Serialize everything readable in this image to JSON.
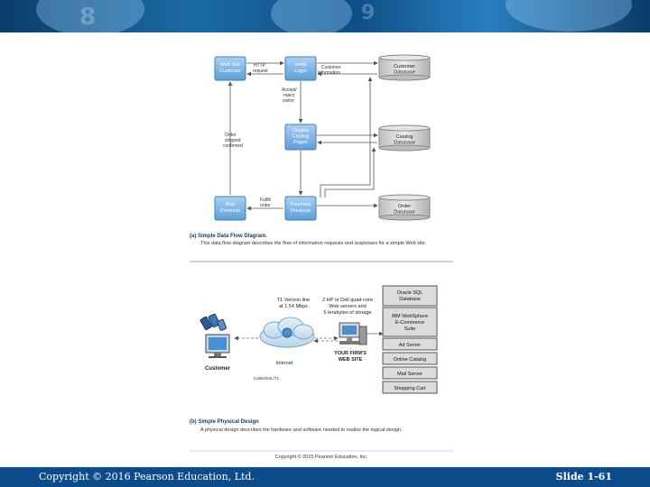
{
  "slide": {
    "copyright_footer": "Copyright © 2016 Pearson Education, Ltd.",
    "slide_number": "Slide 1-61"
  },
  "colors": {
    "banner": "#1b6aa5",
    "footer": "#0d4c8b",
    "process_box": "#7fb6e6",
    "datastore": "#d9d9d9"
  },
  "dfd": {
    "processes": {
      "web_site_customer": [
        "Web Site",
        "Customer"
      ],
      "verify_login": [
        "Verify",
        "Login"
      ],
      "display_catalog": [
        "Display",
        "Catalog",
        "Pages"
      ],
      "ship_products": [
        "Ship",
        "Products"
      ],
      "purchase_products": [
        "Purchase",
        "Products"
      ]
    },
    "datastores": {
      "customer": [
        "Customer",
        "Database"
      ],
      "catalog": [
        "Catalog",
        "Database"
      ],
      "order": [
        "Order",
        "Database"
      ]
    },
    "flows": {
      "http_request": [
        "HTTP",
        "request"
      ],
      "customer_information": [
        "Customer",
        "information"
      ],
      "accept_reject_visitor": [
        "Accept/",
        "reject",
        "visitor"
      ],
      "order_shipped_confirmed": [
        "Order",
        "shipped",
        "confirmed"
      ],
      "fulfill_order": [
        "Fulfill",
        "order"
      ]
    },
    "caption_title": "(a)  Simple Data Flow Diagram.",
    "caption_text": "This data flow diagram describes the flow of information requests and responses for a simple Web site."
  },
  "physical": {
    "line_label": [
      "T1 Verizon line",
      "at 1.54 Mbps"
    ],
    "server_label": [
      "2 HP or Dell quad-core",
      "Web servers and",
      "5 terabytes of storage"
    ],
    "customer_label": "Customer",
    "internet_label": "Internet",
    "cable_label": "Cable/DSL/T1",
    "firm_label": [
      "YOUR FIRM'S",
      "WEB SITE"
    ],
    "stack": [
      [
        "Oracle SQL",
        "Database"
      ],
      [
        "IBM WebSphere",
        "E-Commerce",
        "Suite"
      ],
      [
        "Ad Server"
      ],
      [
        "Online Catalog"
      ],
      [
        "Mail Server"
      ],
      [
        "Shopping Cart"
      ]
    ],
    "caption_title": "(b)  Simple Physical Design",
    "caption_text": "A physical design describes the hardware and software needed to realize the logical design.",
    "copyright": "Copyright © 2015 Pearson Education, Inc."
  }
}
